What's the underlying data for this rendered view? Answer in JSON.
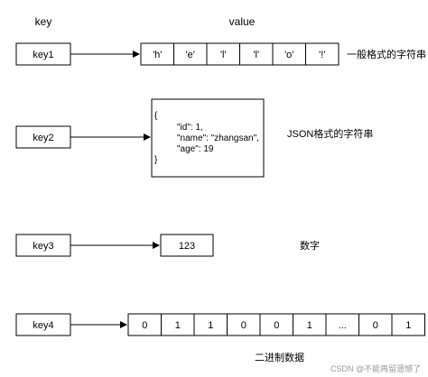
{
  "headers": {
    "key": "key",
    "value": "value"
  },
  "rows": [
    {
      "key": "key1",
      "chars": [
        "'h'",
        "'e'",
        "'l'",
        "'l'",
        "'o'",
        "'!'"
      ],
      "caption": "一般格式的字符串"
    },
    {
      "key": "key2",
      "json_lines": [
        "{",
        "\"id\": 1,",
        "\"name\": \"zhangsan\",",
        "\"age\": 19",
        "}"
      ],
      "caption": "JSON格式的字符串"
    },
    {
      "key": "key3",
      "number": "123",
      "caption": "数字"
    },
    {
      "key": "key4",
      "bits": [
        "0",
        "1",
        "1",
        "0",
        "0",
        "1",
        "...",
        "0",
        "1"
      ],
      "caption": "二进制数据"
    }
  ],
  "watermark": "CSDN @不能再留遗憾了"
}
